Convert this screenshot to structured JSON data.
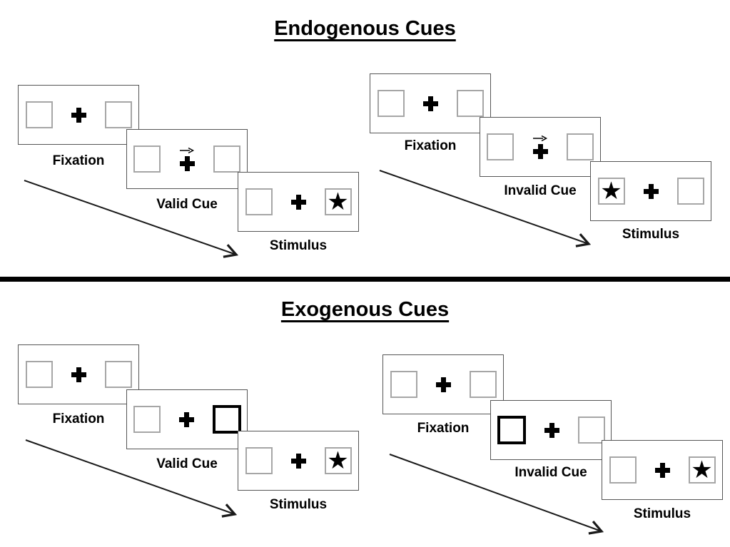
{
  "sections": [
    {
      "title": "Endogenous Cues",
      "sequences": [
        {
          "type": "valid",
          "panels": [
            {
              "label": "Fixation"
            },
            {
              "label": "Valid Cue"
            },
            {
              "label": "Stimulus"
            }
          ]
        },
        {
          "type": "invalid",
          "panels": [
            {
              "label": "Fixation"
            },
            {
              "label": "Invalid Cue"
            },
            {
              "label": "Stimulus"
            }
          ]
        }
      ]
    },
    {
      "title": "Exogenous Cues",
      "sequences": [
        {
          "type": "valid",
          "panels": [
            {
              "label": "Fixation"
            },
            {
              "label": "Valid Cue"
            },
            {
              "label": "Stimulus"
            }
          ]
        },
        {
          "type": "invalid",
          "panels": [
            {
              "label": "Fixation"
            },
            {
              "label": "Invalid Cue"
            },
            {
              "label": "Stimulus"
            }
          ]
        }
      ]
    }
  ],
  "glyphs": {
    "star": "★"
  },
  "colors": {
    "ink": "#000000",
    "panel_border": "#555555",
    "square_border": "#a6a6a6"
  }
}
